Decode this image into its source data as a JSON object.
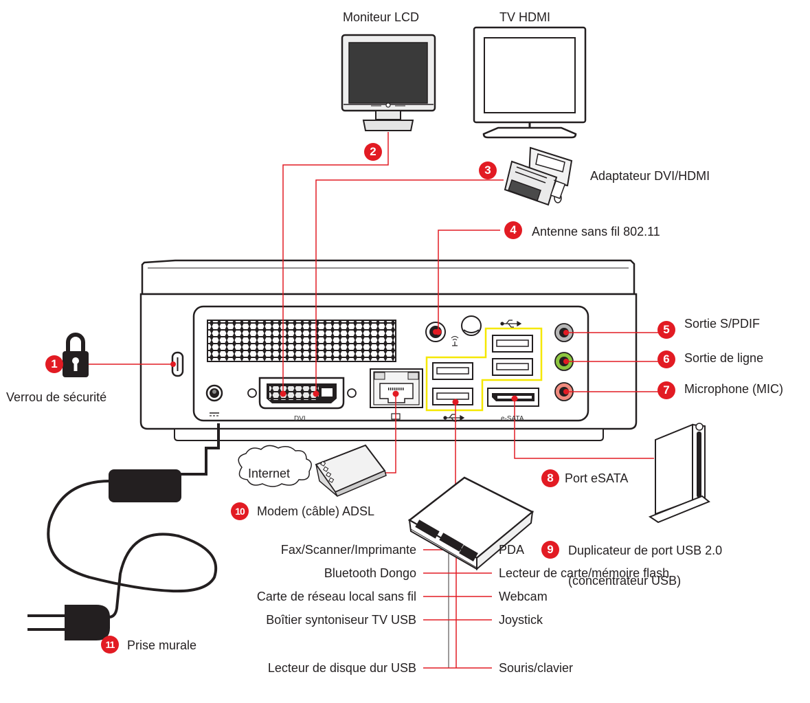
{
  "monitors": {
    "lcd_label": "Moniteur LCD",
    "hdmi_tv_label": "TV HDMI"
  },
  "callouts": [
    {
      "num": "1",
      "label": "Verrou de sécurité"
    },
    {
      "num": "2",
      "label": ""
    },
    {
      "num": "3",
      "label": "Adaptateur DVI/HDMI"
    },
    {
      "num": "4",
      "label": "Antenne sans fil 802.11"
    },
    {
      "num": "5",
      "label": "Sortie S/PDIF"
    },
    {
      "num": "6",
      "label": "Sortie de ligne"
    },
    {
      "num": "7",
      "label": "Microphone (MIC)"
    },
    {
      "num": "8",
      "label": "Port eSATA"
    },
    {
      "num": "9",
      "label": "Duplicateur de port USB 2.0",
      "sublabel": "(concentrateur USB)"
    },
    {
      "num": "10",
      "label": "Modem (câble) ADSL"
    },
    {
      "num": "11",
      "label": "Prise murale"
    }
  ],
  "ports": {
    "dvi": "DVI",
    "esata": "e-SATA"
  },
  "internet_label": "Internet",
  "usb_devices_left": [
    "Fax/Scanner/Imprimante",
    "Bluetooth Dongo",
    "Carte de réseau local sans fil",
    "Boîtier syntoniseur TV USB",
    "Lecteur de disque dur USB"
  ],
  "usb_devices_right": [
    "PDA",
    "Lecteur de carte/mémoire flash",
    "Webcam",
    "Joystick",
    "Souris/clavier"
  ],
  "colors": {
    "callout_red": "#e21b23",
    "usb_frame_yellow": "#f5e800",
    "spdif_gray": "#b8b8b8",
    "lineout_green": "#8dc63f",
    "mic_pink": "#f08a7e"
  }
}
